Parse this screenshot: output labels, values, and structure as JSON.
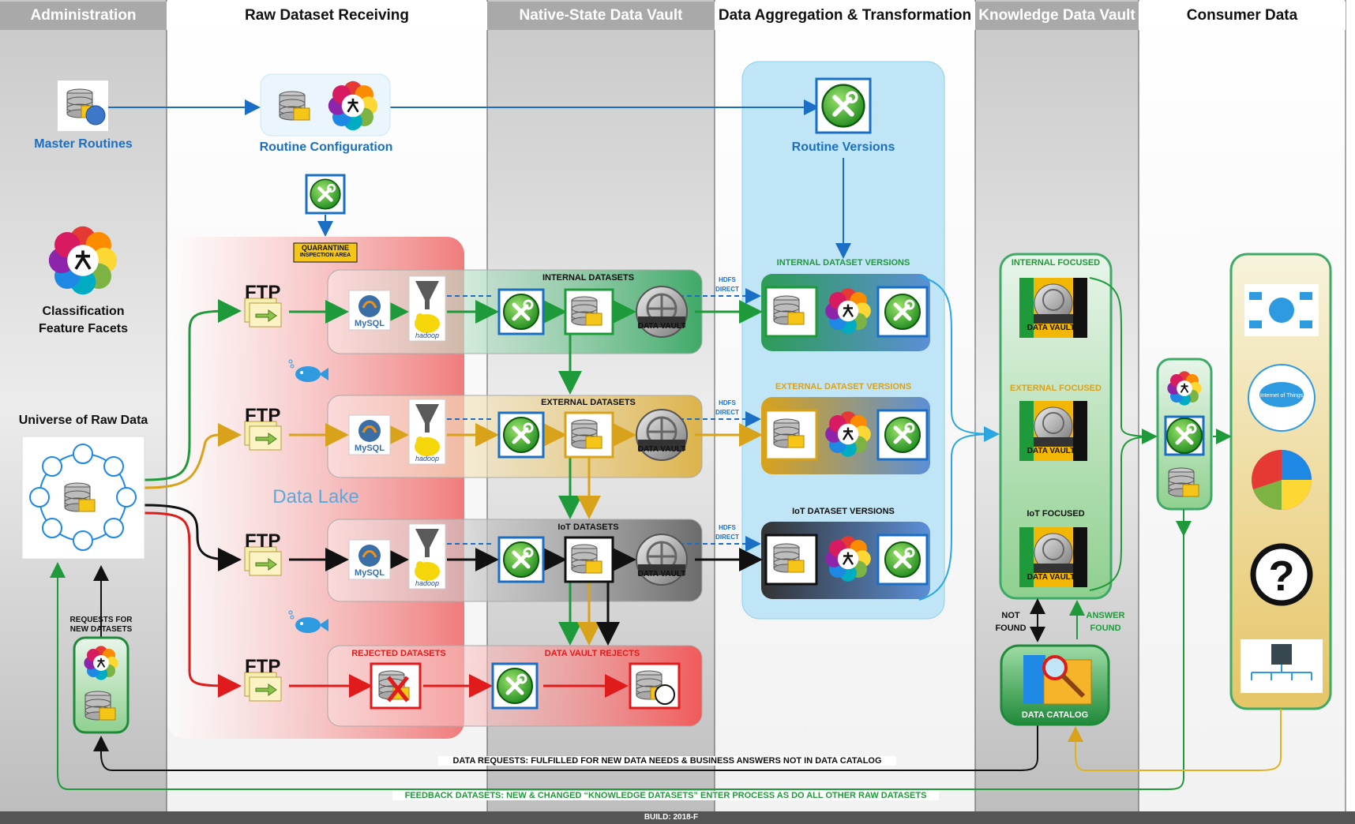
{
  "columns": [
    {
      "name": "Administration",
      "color": "#ffffff"
    },
    {
      "name": "Raw Dataset Receiving",
      "color": "#111111"
    },
    {
      "name": "Native-State Data Vault",
      "color": "#ffffff"
    },
    {
      "name": "Data Aggregation & Transformation",
      "color": "#111111"
    },
    {
      "name": "Knowledge Data Vault",
      "color": "#ffffff"
    },
    {
      "name": "Consumer Data",
      "color": "#111111"
    }
  ],
  "admin": {
    "master_routines": "Master Routines",
    "classification_line1": "Classification",
    "classification_line2": "Feature Facets",
    "universe": "Universe of Raw Data",
    "requests_line1": "REQUESTS FOR",
    "requests_line2": "NEW DATASETS"
  },
  "receiving": {
    "routine_configuration": "Routine Configuration",
    "quarantine_line1": "QUARANTINE",
    "quarantine_line2": "INSPECTION AREA",
    "ftp": "FTP",
    "mysql": "MySQL",
    "hadoop": "hadoop",
    "data_lake": "Data Lake"
  },
  "vault": {
    "internal_datasets": "INTERNAL DATASETS",
    "external_datasets": "EXTERNAL DATASETS",
    "iot_datasets": "IoT DATASETS",
    "data_vault": "DATA VAULT",
    "rejected_datasets": "REJECTED DATASETS",
    "data_vault_rejects": "DATA VAULT REJECTS",
    "hdfs_line1": "HDFS",
    "hdfs_line2": "DIRECT"
  },
  "aggregation": {
    "routine_versions": "Routine Versions",
    "internal_versions": "INTERNAL DATASET VERSIONS",
    "external_versions": "EXTERNAL DATASET VERSIONS",
    "iot_versions": "IoT DATASET VERSIONS"
  },
  "knowledge": {
    "internal_focused": "INTERNAL FOCUSED",
    "external_focused": "EXTERNAL FOCUSED",
    "iot_focused": "IoT FOCUSED",
    "not_found_line1": "NOT",
    "not_found_line2": "FOUND",
    "answer_found_line1": "ANSWER",
    "answer_found_line2": "FOUND",
    "data_catalog": "DATA CATALOG"
  },
  "consumer": {
    "iot_cloud": "Internet of Things"
  },
  "footer": {
    "data_requests": "DATA REQUESTS: FULFILLED FOR NEW DATA NEEDS & BUSINESS ANSWERS NOT IN DATA CATALOG",
    "feedback": "FEEDBACK DATASETS: NEW & CHANGED “KNOWLEDGE DATASETS” ENTER PROCESS AS DO ALL OTHER RAW DATASETS",
    "build": "BUILD: 2018-F"
  },
  "colors": {
    "blue": "#1a6fc4",
    "green": "#1f9a3a",
    "gold": "#d9a21b",
    "black": "#111111",
    "red": "#e01b1b",
    "cyan": "#2aa6e0"
  }
}
